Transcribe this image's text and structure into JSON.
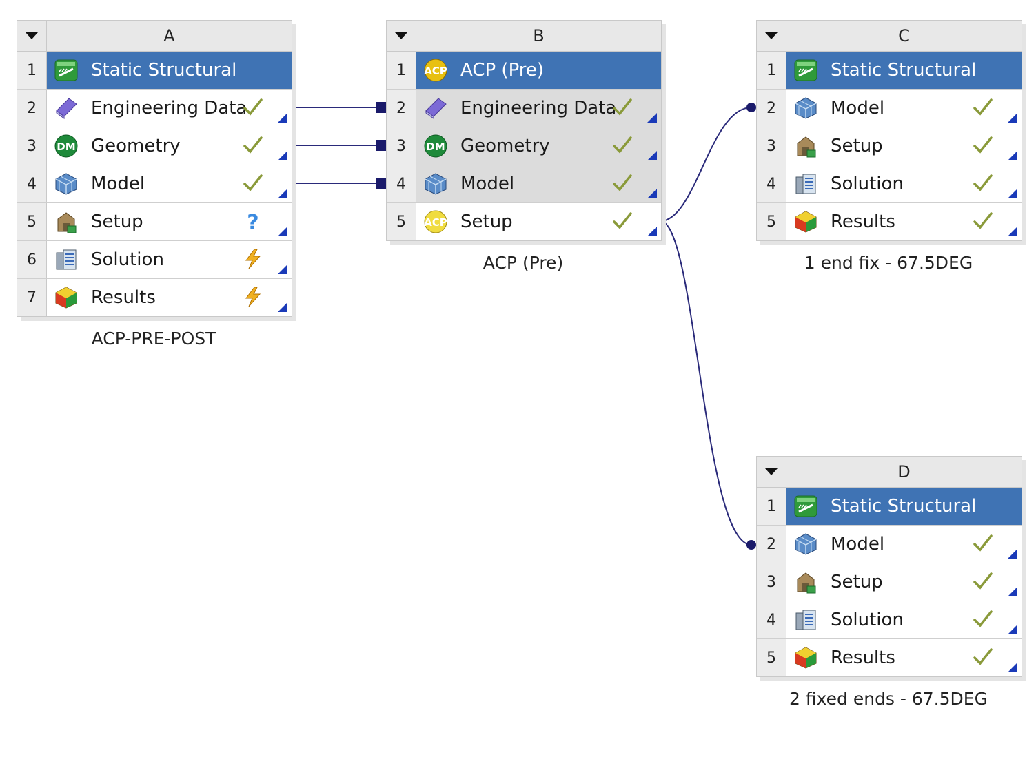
{
  "systems": {
    "A": {
      "letter": "A",
      "caption": "ACP-PRE-POST",
      "rows": [
        {
          "num": "1",
          "label": "Static Structural",
          "icon": "static-structural-icon",
          "status": ""
        },
        {
          "num": "2",
          "label": "Engineering Data",
          "icon": "engineering-data-icon",
          "status": "check"
        },
        {
          "num": "3",
          "label": "Geometry",
          "icon": "geometry-dm-icon",
          "status": "check"
        },
        {
          "num": "4",
          "label": "Model",
          "icon": "model-icon",
          "status": "check"
        },
        {
          "num": "5",
          "label": "Setup",
          "icon": "setup-icon",
          "status": "question"
        },
        {
          "num": "6",
          "label": "Solution",
          "icon": "solution-icon",
          "status": "lightning"
        },
        {
          "num": "7",
          "label": "Results",
          "icon": "results-icon",
          "status": "lightning"
        }
      ]
    },
    "B": {
      "letter": "B",
      "caption": "ACP (Pre)",
      "rows": [
        {
          "num": "1",
          "label": "ACP (Pre)",
          "icon": "acp-icon",
          "status": ""
        },
        {
          "num": "2",
          "label": "Engineering Data",
          "icon": "engineering-data-icon",
          "status": "check"
        },
        {
          "num": "3",
          "label": "Geometry",
          "icon": "geometry-dm-icon",
          "status": "check"
        },
        {
          "num": "4",
          "label": "Model",
          "icon": "model-icon",
          "status": "check"
        },
        {
          "num": "5",
          "label": "Setup",
          "icon": "acp-setup-icon",
          "status": "check"
        }
      ]
    },
    "C": {
      "letter": "C",
      "caption": "1 end fix - 67.5DEG",
      "rows": [
        {
          "num": "1",
          "label": "Static Structural",
          "icon": "static-structural-icon",
          "status": ""
        },
        {
          "num": "2",
          "label": "Model",
          "icon": "model-icon",
          "status": "check"
        },
        {
          "num": "3",
          "label": "Setup",
          "icon": "setup-icon",
          "status": "check"
        },
        {
          "num": "4",
          "label": "Solution",
          "icon": "solution-icon",
          "status": "check"
        },
        {
          "num": "5",
          "label": "Results",
          "icon": "results-icon",
          "status": "check"
        }
      ]
    },
    "D": {
      "letter": "D",
      "caption": "2 fixed ends - 67.5DEG",
      "rows": [
        {
          "num": "1",
          "label": "Static Structural",
          "icon": "static-structural-icon",
          "status": ""
        },
        {
          "num": "2",
          "label": "Model",
          "icon": "model-icon",
          "status": "check"
        },
        {
          "num": "3",
          "label": "Setup",
          "icon": "setup-icon",
          "status": "check"
        },
        {
          "num": "4",
          "label": "Solution",
          "icon": "solution-icon",
          "status": "check"
        },
        {
          "num": "5",
          "label": "Results",
          "icon": "results-icon",
          "status": "check"
        }
      ]
    }
  },
  "colors": {
    "title_row": "#3f73b4",
    "link_line": "#2a2a7a",
    "check": "#8a9a3a"
  }
}
